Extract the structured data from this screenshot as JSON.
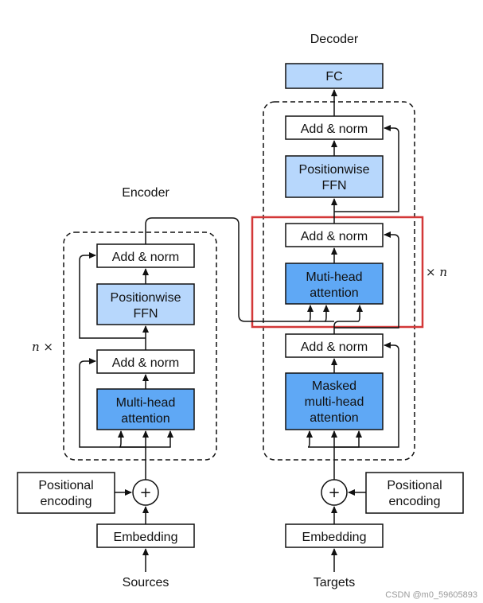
{
  "titles": {
    "encoder": "Encoder",
    "decoder": "Decoder"
  },
  "encoder": {
    "sources": "Sources",
    "embedding": "Embedding",
    "positional": [
      "Positional",
      "encoding"
    ],
    "attention": [
      "Multi-head",
      "attention"
    ],
    "add_norm_1": "Add & norm",
    "ffn": [
      "Positionwise",
      "FFN"
    ],
    "add_norm_2": "Add & norm",
    "repeat": "n ×"
  },
  "decoder": {
    "targets": "Targets",
    "embedding": "Embedding",
    "positional": [
      "Positional",
      "encoding"
    ],
    "masked_attention": [
      "Masked",
      "multi-head",
      "attention"
    ],
    "add_norm_1": "Add & norm",
    "attention": [
      "Muti-head",
      "attention"
    ],
    "add_norm_2": "Add & norm",
    "ffn": [
      "Positionwise",
      "FFN"
    ],
    "add_norm_3": "Add & norm",
    "fc": "FC",
    "repeat": "× n"
  },
  "plus_symbol": "+",
  "watermark": "CSDN @m0_59605893",
  "colors": {
    "block_dark": "#5fa8f5",
    "block_light": "#b7d7fc",
    "highlight": "#d33838",
    "stroke": "#111111"
  }
}
